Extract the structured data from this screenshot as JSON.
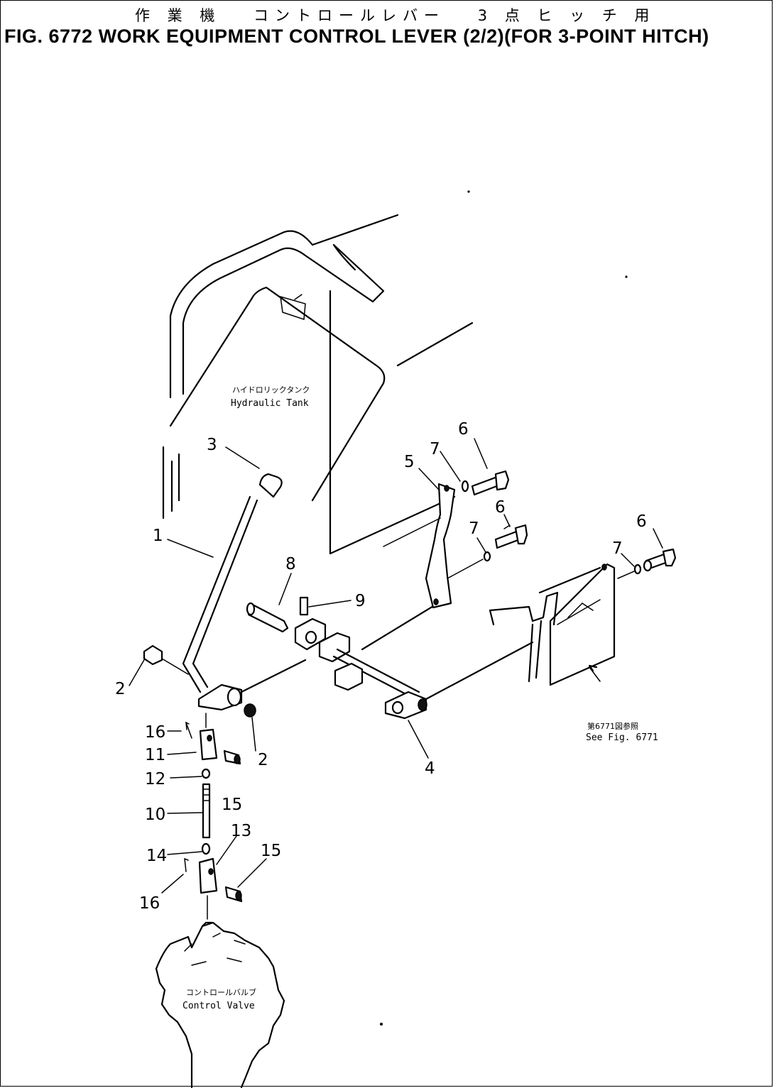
{
  "header": {
    "title_jp": "作 業 機　 コントロールレバー　 3 点 ヒ ッ チ 用",
    "title_en": "FIG. 6772  WORK EQUIPMENT CONTROL LEVER (2/2)(FOR 3-POINT HITCH)"
  },
  "labels": {
    "hydraulic_tank_jp": "ハイドロリックタンク",
    "hydraulic_tank_en": "Hydraulic  Tank",
    "control_valve_jp": "コントロールバルブ",
    "control_valve_en": "Control  Valve",
    "see_fig_jp": "第6771図参照",
    "see_fig_en": "See  Fig. 6771"
  },
  "callouts": {
    "n1": "1",
    "n2a": "2",
    "n2b": "2",
    "n3": "3",
    "n4": "4",
    "n5": "5",
    "n6a": "6",
    "n6b": "6",
    "n6c": "6",
    "n7a": "7",
    "n7b": "7",
    "n7c": "7",
    "n8": "8",
    "n9": "9",
    "n10": "10",
    "n11": "11",
    "n12": "12",
    "n13": "13",
    "n14": "14",
    "n15a": "15",
    "n15b": "15",
    "n16a": "16",
    "n16b": "16"
  }
}
